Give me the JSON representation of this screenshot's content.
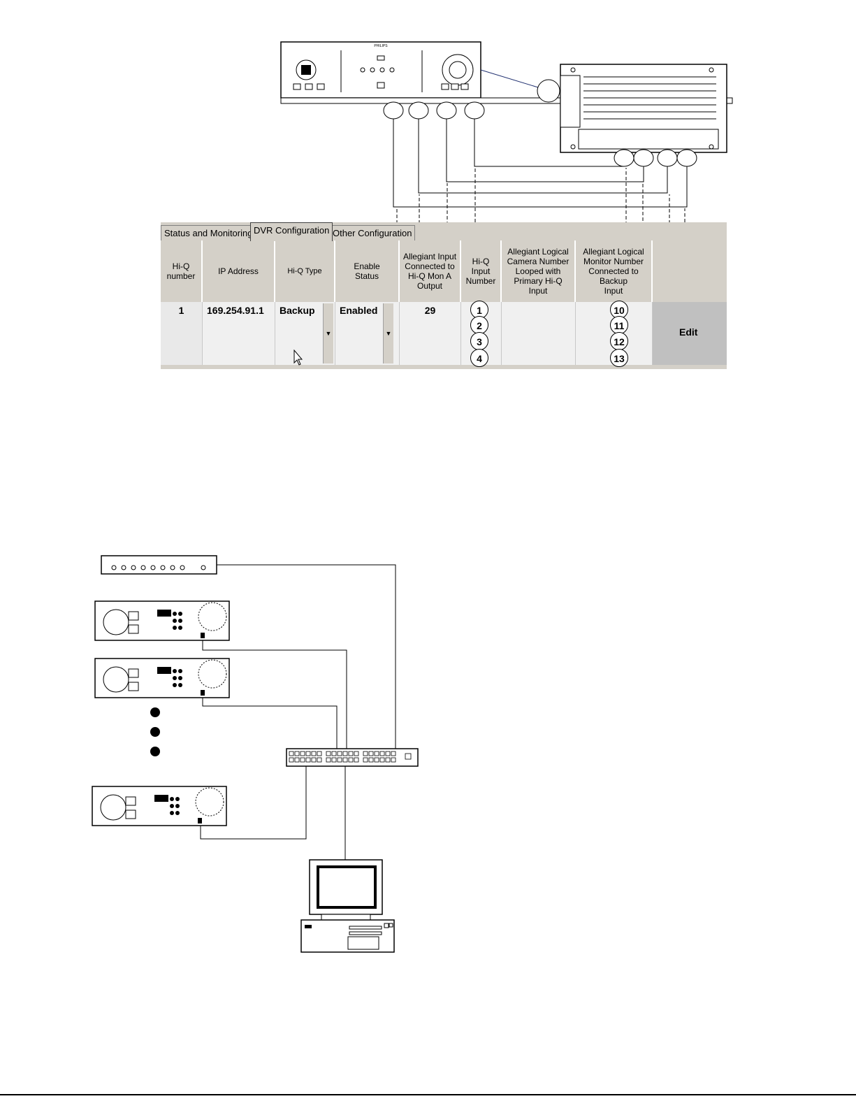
{
  "tabs": [
    {
      "label": "Status and Monitoring"
    },
    {
      "label": "DVR Configuration"
    },
    {
      "label": "Other Configuration"
    }
  ],
  "columns": [
    {
      "label": "Hi-Q\nnumber"
    },
    {
      "label": "IP Address"
    },
    {
      "label": "Hi-Q Type"
    },
    {
      "label": "Enable\nStatus"
    },
    {
      "label": "Allegiant Input\nConnected to\nHi-Q Mon A\nOutput"
    },
    {
      "label": "Hi-Q\nInput\nNumber"
    },
    {
      "label": "Allegiant Logical\nCamera Number\nLooped with\nPrimary Hi-Q\nInput"
    },
    {
      "label": "Allegiant Logical\nMonitor Number\nConnected to\nBackup\nInput"
    }
  ],
  "row": {
    "number": "1",
    "ip": "169.254.91.1",
    "type": "Backup",
    "status": "Enabled",
    "allegiant_input": "29",
    "edit_label": "Edit"
  },
  "hiq_inputs": [
    "1",
    "2",
    "3",
    "4"
  ],
  "monitor_numbers": [
    "10",
    "11",
    "12",
    "13"
  ],
  "devices": {
    "dvr_brand": "PHILIPS"
  }
}
